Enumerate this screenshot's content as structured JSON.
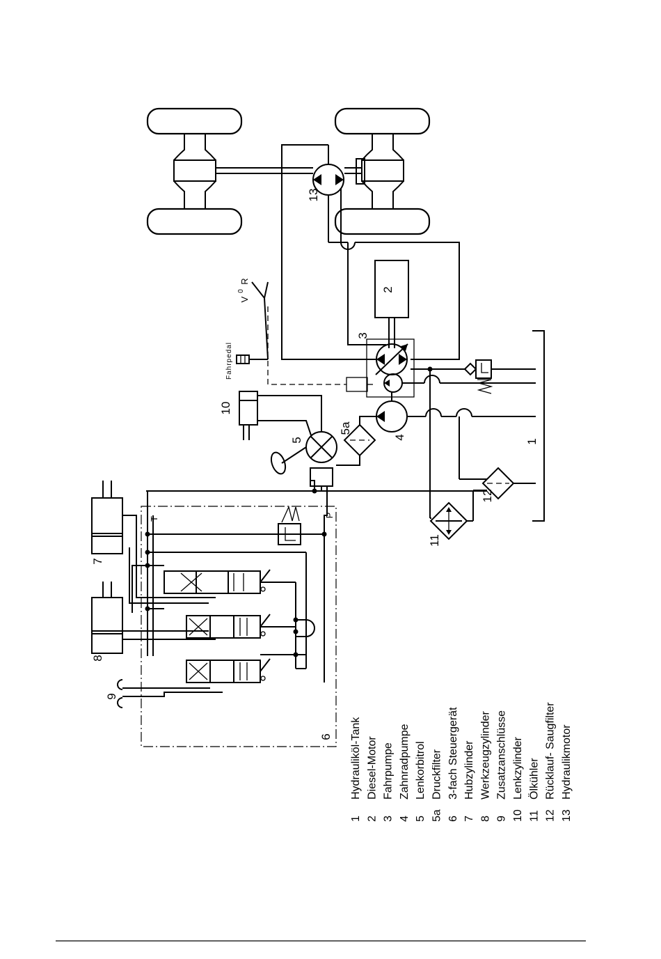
{
  "labels": {
    "tank": "1",
    "diesel_motor": "2",
    "fahrpumpe": "3",
    "zahnradpumpe": "4",
    "lenkorbitrol": "5",
    "druckfilter": "5a",
    "steuergeraet": "6",
    "hubzylinder": "7",
    "werkzeugzylinder": "8",
    "zusatzanschluesse": "9",
    "lenkzylinder": "10",
    "oelkuehler": "11",
    "saugfilter": "12",
    "hydraulikmotor": "13",
    "fahrpedal": "Fahrpedal",
    "pedal_v": "V",
    "pedal_zero": "0",
    "pedal_r": "R",
    "port_p": "P",
    "port_t": "T"
  },
  "legend": [
    {
      "num": "1",
      "text": "Hydrauliköl-Tank"
    },
    {
      "num": "2",
      "text": "Diesel-Motor"
    },
    {
      "num": "3",
      "text": "Fahrpumpe"
    },
    {
      "num": "4",
      "text": "Zahnradpumpe"
    },
    {
      "num": "5",
      "text": "Lenkorbitrol"
    },
    {
      "num": "5a",
      "text": "Druckfilter"
    },
    {
      "num": "6",
      "text": "3-fach Steuergerät"
    },
    {
      "num": "7",
      "text": "Hubzylinder"
    },
    {
      "num": "8",
      "text": "Werkzeugzylinder"
    },
    {
      "num": "9",
      "text": "Zusatzanschlüsse"
    },
    {
      "num": "10",
      "text": "Lenkzylinder"
    },
    {
      "num": "11",
      "text": "Ölkühler"
    },
    {
      "num": "12",
      "text": "Rücklauf- Saugfilter"
    },
    {
      "num": "13",
      "text": "Hydraulikmotor"
    }
  ]
}
